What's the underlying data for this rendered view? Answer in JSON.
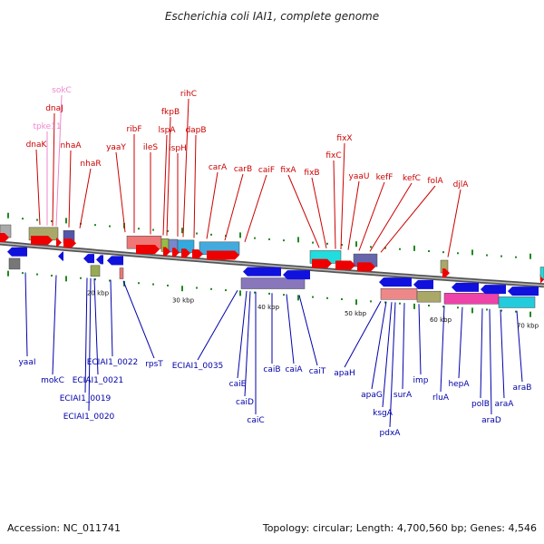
{
  "title": "Escherichia coli IAI1, complete genome",
  "footer": {
    "accession": "Accession: NC_011741",
    "topology": "Topology: circular; Length: 4,700,560 bp; Genes: 4,546"
  },
  "colors": {
    "forward_label": "#cc0000",
    "reverse_label": "#0000aa",
    "pseudo_label": "#ee88cc",
    "forward_arrow": "#ee0000",
    "reverse_arrow": "#1111dd",
    "backbone": "#777777",
    "tick": "#228822"
  },
  "kbp_marks": [
    "20 kbp",
    "30 kbp",
    "40 kbp",
    "50 kbp",
    "60 kbp",
    "70 kbp"
  ],
  "top_genes": [
    {
      "name": "sokC",
      "pseudo": true
    },
    {
      "name": "dnaJ",
      "pseudo": false
    },
    {
      "name": "tpke11",
      "pseudo": true
    },
    {
      "name": "dnaK",
      "pseudo": false
    },
    {
      "name": "nhaA",
      "pseudo": false
    },
    {
      "name": "nhaR",
      "pseudo": false
    },
    {
      "name": "yaaY",
      "pseudo": false
    },
    {
      "name": "ribF",
      "pseudo": false
    },
    {
      "name": "ileS",
      "pseudo": false
    },
    {
      "name": "lspA",
      "pseudo": false
    },
    {
      "name": "fkpB",
      "pseudo": false
    },
    {
      "name": "ispH",
      "pseudo": false
    },
    {
      "name": "rihC",
      "pseudo": false
    },
    {
      "name": "dapB",
      "pseudo": false
    },
    {
      "name": "carA",
      "pseudo": false
    },
    {
      "name": "carB",
      "pseudo": false
    },
    {
      "name": "caiF",
      "pseudo": false
    },
    {
      "name": "fixA",
      "pseudo": false
    },
    {
      "name": "fixB",
      "pseudo": false
    },
    {
      "name": "fixC",
      "pseudo": false
    },
    {
      "name": "fixX",
      "pseudo": false
    },
    {
      "name": "yaaU",
      "pseudo": false
    },
    {
      "name": "kefF",
      "pseudo": false
    },
    {
      "name": "kefC",
      "pseudo": false
    },
    {
      "name": "folA",
      "pseudo": false
    },
    {
      "name": "djlA",
      "pseudo": false
    }
  ],
  "bottom_genes": [
    "yaaI",
    "mokC",
    "ECIAI1_0022",
    "ECIAI1_0021",
    "ECIAI1_0019",
    "ECIAI1_0020",
    "rpsT",
    "ECIAI1_0035",
    "caiE",
    "caiD",
    "caiC",
    "caiB",
    "caiA",
    "caiT",
    "apaH",
    "apaG",
    "ksgA",
    "pdxA",
    "surA",
    "imp",
    "rluA",
    "hepA",
    "polB",
    "araD",
    "araA",
    "araB"
  ]
}
